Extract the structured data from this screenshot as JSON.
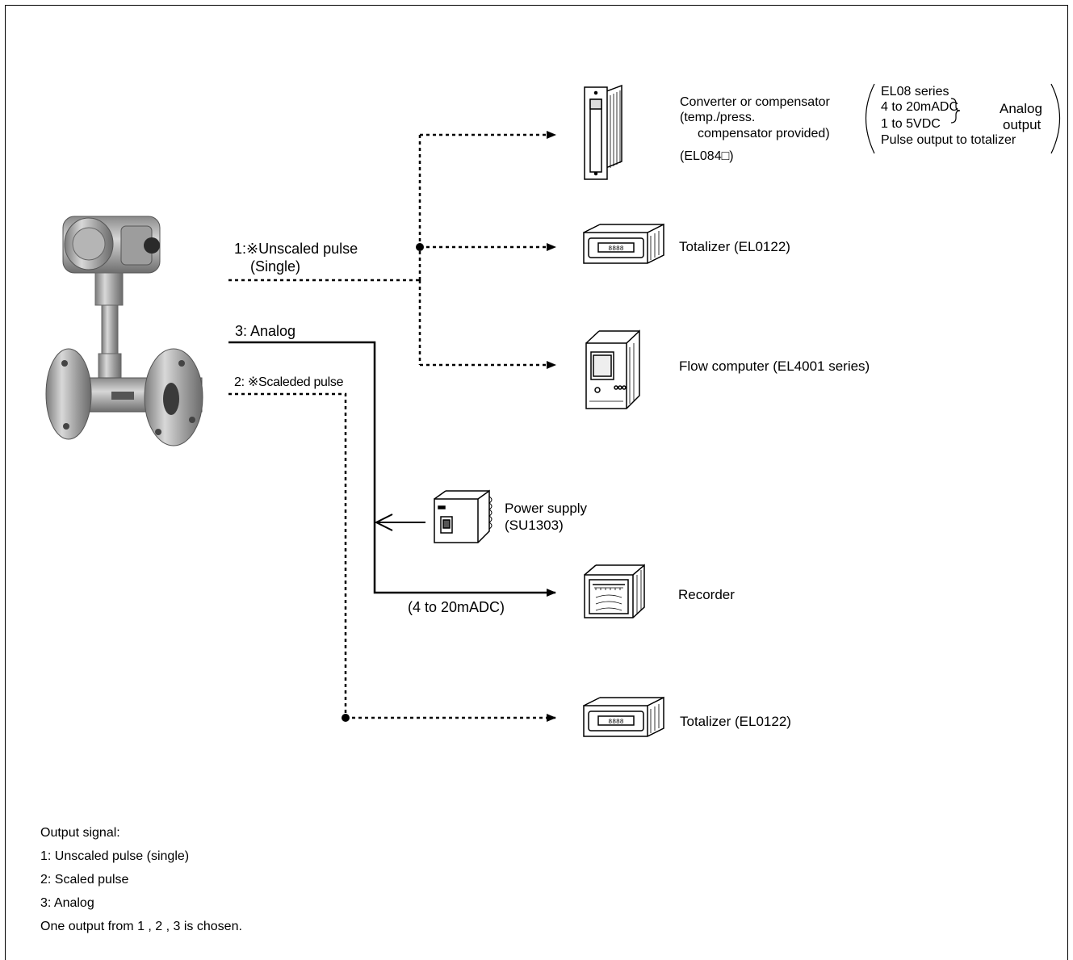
{
  "labels": {
    "unscaled_pulse": "1:※Unscaled pulse",
    "unscaled_single": "(Single)",
    "analog": "3: Analog",
    "scaled_pulse": "2: ※Scaleded pulse",
    "analog_range": "(4 to 20mADC)"
  },
  "devices": {
    "converter": {
      "line1": "Converter or compensator",
      "line2": "(temp./press.",
      "line3": "compensator provided)",
      "model": "(EL084□)",
      "bracket": {
        "series": "EL08 series",
        "ma": "4 to 20mADC",
        "vdc": "1 to 5VDC",
        "analog": "Analog",
        "output": "output",
        "pulse": "Pulse output to totalizer"
      }
    },
    "totalizer_1": "Totalizer (EL0122)",
    "flow_computer": "Flow computer (EL4001 series)",
    "power_supply": {
      "line1": "Power supply",
      "line2": "(SU1303)"
    },
    "recorder": "Recorder",
    "totalizer_2": "Totalizer (EL0122)"
  },
  "legend": {
    "title": "Output  signal:",
    "item1": "1:  Unscaled  pulse (single)",
    "item2": "2:  Scaled  pulse",
    "item3": "3:  Analog",
    "note": "One  output from 1 ,  2 ,  3 is chosen."
  },
  "colors": {
    "line": "#000000",
    "device_fill": "#ffffff",
    "meter_body": "#a0a0a0"
  },
  "icons": [
    "flowmeter-image",
    "converter-icon",
    "totalizer-icon",
    "flow-computer-icon",
    "power-supply-icon",
    "recorder-icon"
  ]
}
